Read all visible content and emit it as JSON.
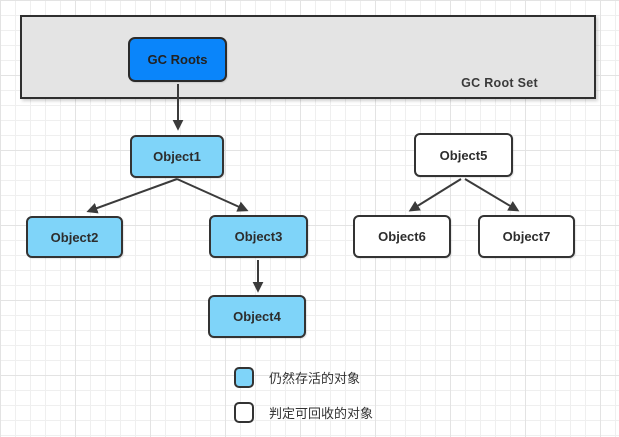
{
  "diagram": {
    "root_set_label": "GC Root Set",
    "nodes": [
      {
        "id": "gc-roots",
        "label": "GC Roots",
        "type": "root"
      },
      {
        "id": "object1",
        "label": "Object1",
        "type": "alive"
      },
      {
        "id": "object2",
        "label": "Object2",
        "type": "alive"
      },
      {
        "id": "object3",
        "label": "Object3",
        "type": "alive"
      },
      {
        "id": "object4",
        "label": "Object4",
        "type": "alive"
      },
      {
        "id": "object5",
        "label": "Object5",
        "type": "collectable"
      },
      {
        "id": "object6",
        "label": "Object6",
        "type": "collectable"
      },
      {
        "id": "object7",
        "label": "Object7",
        "type": "collectable"
      }
    ],
    "edges": [
      {
        "from": "gc-roots",
        "to": "object1"
      },
      {
        "from": "object1",
        "to": "object2"
      },
      {
        "from": "object1",
        "to": "object3"
      },
      {
        "from": "object3",
        "to": "object4"
      },
      {
        "from": "object5",
        "to": "object6"
      },
      {
        "from": "object5",
        "to": "object7"
      }
    ],
    "legend": [
      {
        "label": "仍然存活的对象",
        "type": "alive"
      },
      {
        "label": "判定可回收的对象",
        "type": "collectable"
      }
    ],
    "colors": {
      "root_fill": "#0a85fa",
      "alive_fill": "#7fd4f9",
      "collectable_fill": "#ffffff",
      "container_fill": "#e4e4e4",
      "stroke": "#333333",
      "arrow": "#3b3b3b"
    }
  }
}
